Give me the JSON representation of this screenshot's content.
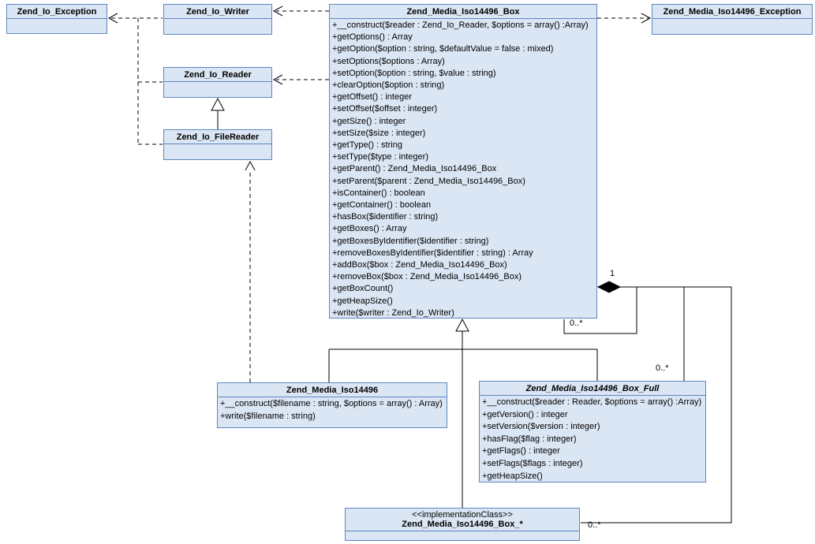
{
  "colors": {
    "node_fill": "#dbe6f4",
    "node_border": "#5c87c0",
    "connector": "#000000",
    "background": "#ffffff"
  },
  "classes": {
    "zend_io_exception": {
      "name": "Zend_Io_Exception"
    },
    "zend_io_writer": {
      "name": "Zend_Io_Writer"
    },
    "zend_io_reader": {
      "name": "Zend_Io_Reader"
    },
    "zend_io_filereader": {
      "name": "Zend_Io_FileReader"
    },
    "zend_media_iso14496_exception": {
      "name": "Zend_Media_Iso14496_Exception"
    },
    "zend_media_iso14496_box": {
      "name": "Zend_Media_Iso14496_Box",
      "methods": [
        "+__construct($reader : Zend_Io_Reader, $options = array() :Array)",
        "+getOptions() : Array",
        "+getOption($option : string, $defaultValue = false : mixed)",
        "+setOptions($options : Array)",
        "+setOption($option : string, $value : string)",
        "+clearOption($option : string)",
        "+getOffset() : integer",
        "+setOffset($offset : integer)",
        "+getSize() : integer",
        "+setSize($size : integer)",
        "+getType() : string",
        "+setType($type : integer)",
        "+getParent() : Zend_Media_Iso14496_Box",
        "+setParent($parent : Zend_Media_Iso14496_Box)",
        "+isContainer() : boolean",
        "+getContainer() : boolean",
        "+hasBox($identifier : string)",
        "+getBoxes() : Array",
        "+getBoxesByIdentifier($identifier : string)",
        "+removeBoxesByIdentifier($identifier : string) : Array",
        "+addBox($box : Zend_Media_Iso14496_Box)",
        "+removeBox($box : Zend_Media_Iso14496_Box)",
        "+getBoxCount()",
        "+getHeapSize()",
        "+write($writer : Zend_Io_Writer)"
      ]
    },
    "zend_media_iso14496": {
      "name": "Zend_Media_Iso14496",
      "methods": [
        "+__construct($filename : string, $options = array() : Array)",
        "+write($filename : string)"
      ]
    },
    "zend_media_iso14496_box_full": {
      "name": "Zend_Media_Iso14496_Box_Full",
      "methods": [
        "+__construct($reader : Reader, $options = array() :Array)",
        "+getVersion() : integer",
        "+setVersion($version : integer)",
        "+hasFlag($flag : integer)",
        "+getFlags() : integer",
        "+setFlags($flags : integer)",
        "+getHeapSize()"
      ]
    },
    "zend_media_iso14496_box_impl": {
      "stereotype": "<<implementationClass>>",
      "name": "Zend_Media_Iso14496_Box_*"
    }
  },
  "labels": {
    "composition_one": "1",
    "composition_many_self": "0..*",
    "composition_many_full": "0..*",
    "composition_many_impl": "0..*"
  }
}
